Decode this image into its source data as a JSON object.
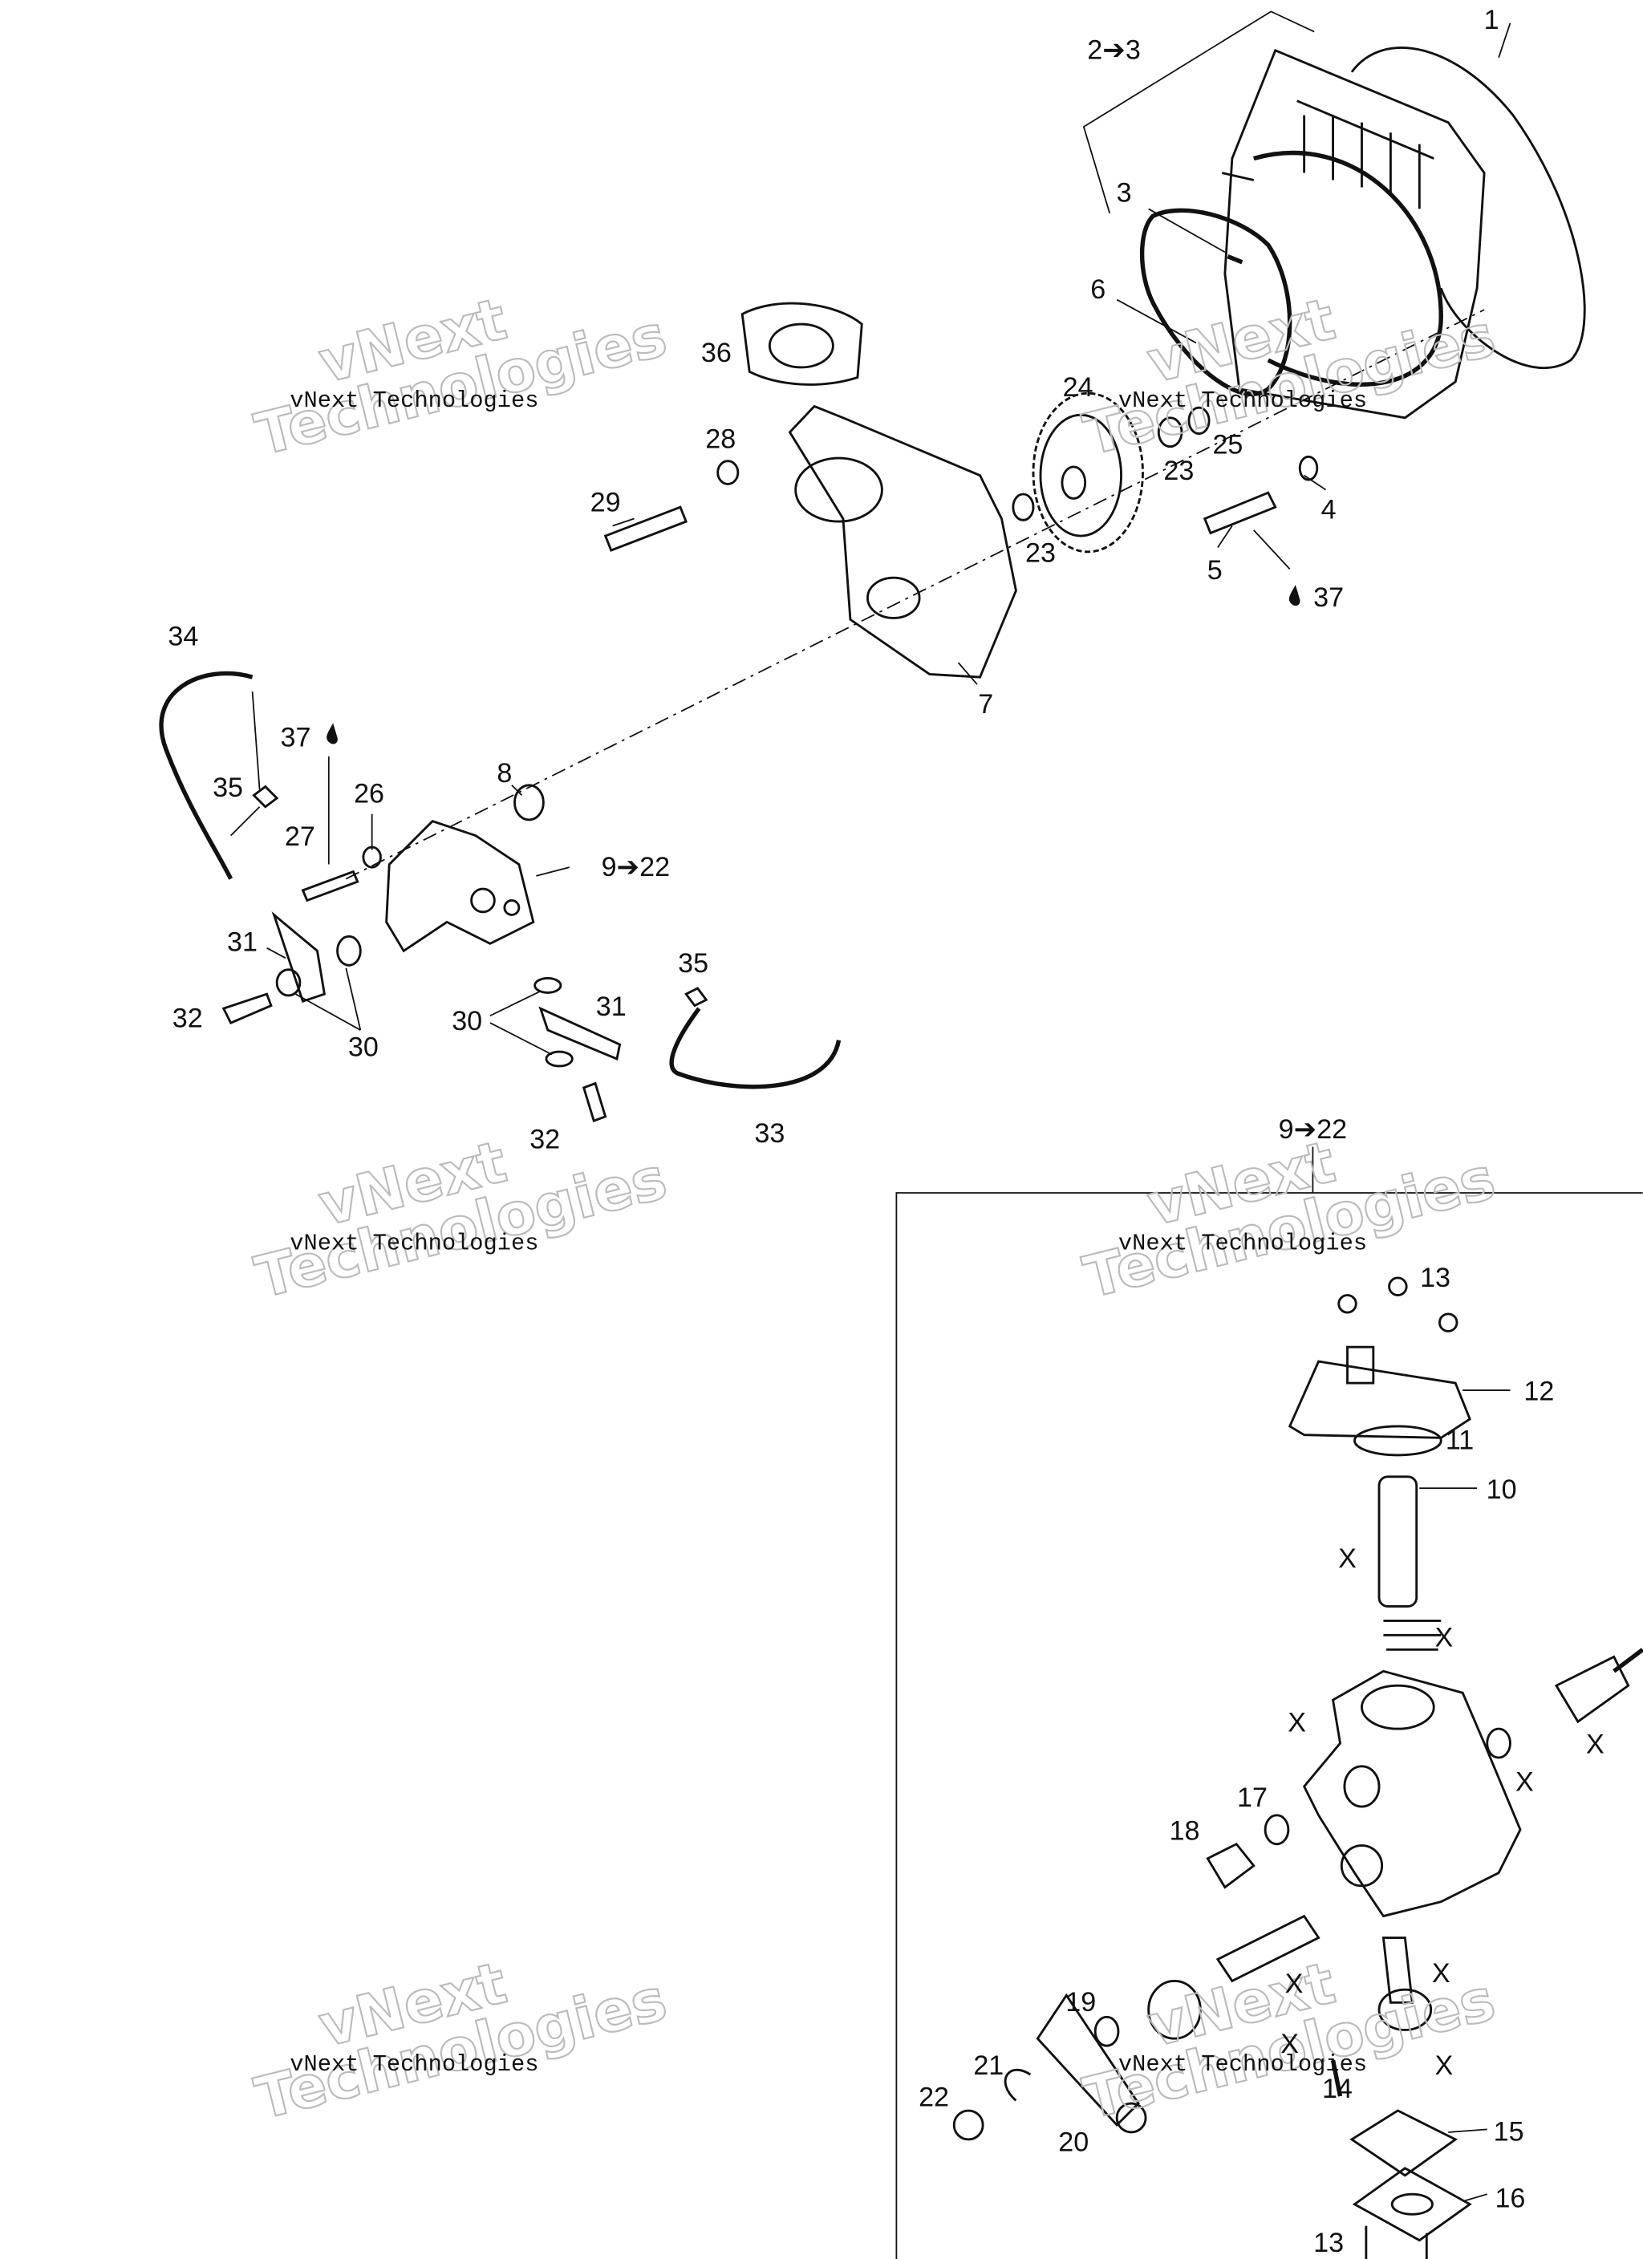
{
  "diagram": {
    "labels": [
      "1",
      "2➔3",
      "3",
      "6",
      "36",
      "24",
      "25",
      "28",
      "23",
      "29",
      "4",
      "23",
      "5",
      "37",
      "7",
      "34",
      "37",
      "8",
      "35",
      "26",
      "27",
      "9➔22",
      "31",
      "35",
      "32",
      "30",
      "31",
      "30",
      "33",
      "32",
      "9➔22",
      "13",
      "12",
      "11",
      "10",
      "X",
      "X",
      "X",
      "X",
      "X",
      "17",
      "18",
      "X",
      "X",
      "19",
      "21",
      "X",
      "22",
      "14",
      "X",
      "15",
      "20",
      "16",
      "13"
    ],
    "oil_drop_icon": "oil-drop-icon",
    "inset_title": "9➔22"
  },
  "watermark": {
    "small": "vNext Technologies",
    "big_line1": "vNext",
    "big_line2": "Technologies"
  }
}
